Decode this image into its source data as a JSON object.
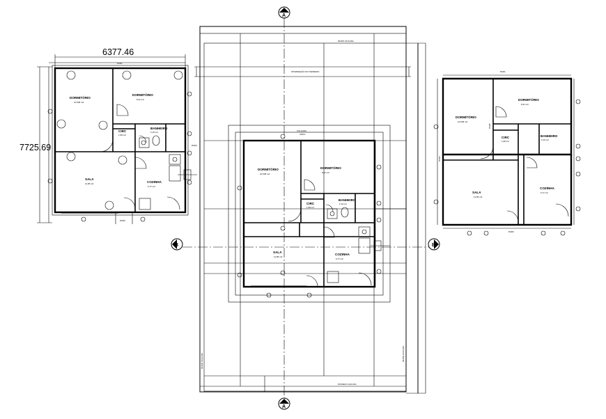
{
  "plan_left": {
    "dim_width": "6377.46",
    "dim_height": "7725.69",
    "wall_top_label": "PAR1",
    "wall_bottom_label": "PAR3",
    "wall_right_label": "PAR4",
    "rooms": {
      "dormitorio_1": {
        "name": "DORMITÓRIO",
        "area": "10,548 m2"
      },
      "dormitorio_2": {
        "name": "DORMITÓRIO",
        "area": "8,41 m2"
      },
      "circ": {
        "name": "CIRC",
        "area": "1,08 m2"
      },
      "banheiro": {
        "name": "BANHEIRO",
        "area": "2,10 m2"
      },
      "sala": {
        "name": "SALA",
        "area": "11,85 m2"
      },
      "cozinha": {
        "name": "COZINHA",
        "area": "6,77 m2"
      }
    }
  },
  "plan_center": {
    "site_top_label": "MURO 19x0,20m",
    "site_top_sub": "INTERSEÇÃO DO TERRENO",
    "site_bottom_label": "PASSEIO 14x0,20m",
    "calcada_label": "CALÇADA",
    "calcada_sub": "0,80m",
    "side_label_left": "MURO 19x0,20m",
    "side_label_right": "MURO 19x0,20m",
    "rooms": {
      "dormitorio_1": {
        "name": "DORMITÓRIO",
        "area": "10,548 m2"
      },
      "dormitorio_2": {
        "name": "DORMITÓRIO",
        "area": "8,41 m2"
      },
      "circ": {
        "name": "CIRC",
        "area": "1,08 m2"
      },
      "banheiro": {
        "name": "BANHEIRO",
        "area": "2,10 m2"
      },
      "sala": {
        "name": "SALA",
        "area": "11,85 m2"
      },
      "cozinha": {
        "name": "COZINHA",
        "area": "6,77 m2"
      }
    }
  },
  "plan_right": {
    "wall_top_label": "PAR1",
    "wall_bottom_label": "PAR3",
    "wall_left_label": "PAR2",
    "wall_mid_label": "PAR5",
    "rooms": {
      "dormitorio_1": {
        "name": "DORMITÓRIO",
        "area": "10,548 m2"
      },
      "dormitorio_2": {
        "name": "DORMITÓRIO",
        "area": "8,41 m2"
      },
      "circ": {
        "name": "CIRC",
        "area": "1,08 m2"
      },
      "banheiro": {
        "name": "BANHEIRO",
        "area": "2,10 m2"
      },
      "sala": {
        "name": "SALA",
        "area": "11,85 m2"
      },
      "cozinha": {
        "name": "COZINHA",
        "area": "6,77 m2"
      }
    }
  },
  "section_markers": {
    "top": "A",
    "bottom": "A",
    "left": "B",
    "right": "B"
  }
}
